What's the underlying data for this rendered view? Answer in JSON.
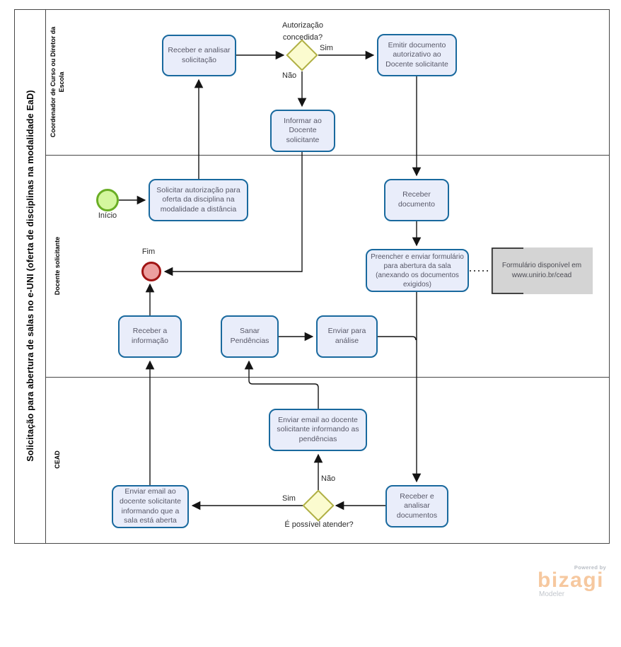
{
  "colors": {
    "task_fill": "#e9edfa",
    "task_border": "#19699e",
    "gateway_fill": "#fbfbcf",
    "gateway_border": "#b0b046",
    "start_fill": "#d4f79e",
    "start_border": "#6aae25",
    "end_fill": "#ec9f9f",
    "end_border": "#a01414",
    "annotation_fill": "#d4d4d4",
    "line": "#141414",
    "logo_peach": "#f6c89f"
  },
  "pool": {
    "title": "Solicitação para abertura de salas no e-UNI (oferta de disciplinas na modalidade EaD)",
    "lanes": [
      {
        "label": "Coordenador de Curso ou Diretor da Escola"
      },
      {
        "label": "Docente solicitante"
      },
      {
        "label": "CEAD"
      }
    ]
  },
  "events": {
    "start_label": "Início",
    "end_label": "Fim"
  },
  "gateways": {
    "g1_question": "Autorização concedida?",
    "g2_question": "É possível atender?"
  },
  "edge_labels": {
    "g1_yes": "Sim",
    "g1_no": "Não",
    "g2_yes": "Sim",
    "g2_no": "Não"
  },
  "tasks": {
    "receber_analisar_solicitacao": "Receber  e analisar solicitação",
    "emitir_documento": "Emitir documento autorizativo ao Docente solicitante",
    "informar_docente": "Informar ao Docente solicitante",
    "solicitar_autorizacao": "Solicitar autorização para oferta da disciplina na modalidade a distância",
    "receber_documento": "Receber documento",
    "preencher_enviar_formulario": "Preencher e enviar formulário para abertura da sala (anexando os documentos exigidos)",
    "receber_informacao": "Receber a informação",
    "sanar_pendencias": "Sanar Pendências",
    "enviar_para_analise": "Enviar para análise",
    "enviar_email_pendencias": "Enviar email ao docente solicitante informando as pendências",
    "receber_analisar_documentos": "Receber e analisar documentos",
    "enviar_email_sala_aberta": "Enviar email ao docente solicitante informando que a sala está aberta"
  },
  "annotation": {
    "text": "Formulário disponível em www.unirio.br/cead"
  },
  "branding": {
    "powered_by": "Powered by",
    "name": "bizagi",
    "subtitle": "Modeler"
  }
}
